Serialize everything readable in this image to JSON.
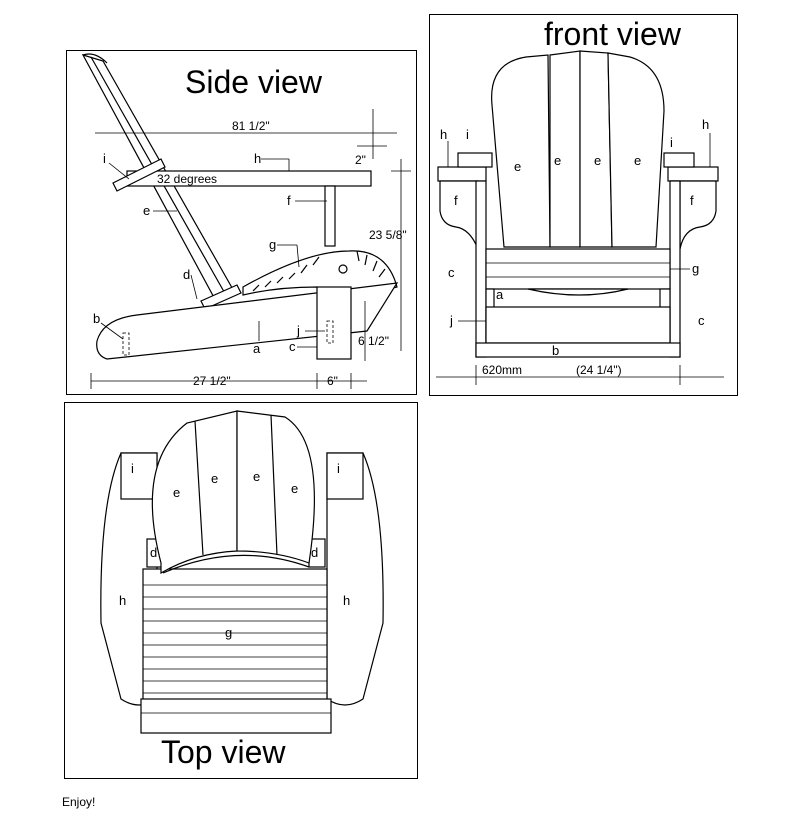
{
  "side": {
    "title": "Side view",
    "width_total": "81 1/2\"",
    "angle": "32 degrees",
    "small_dim": "2\"",
    "height": "23 5/8\"",
    "seat_height": "6 1/2\"",
    "bottom_long": "27 1/2\"",
    "bottom_short": "6\"",
    "labels": {
      "a": "a",
      "b": "b",
      "c": "c",
      "d": "d",
      "e": "e",
      "f": "f",
      "g": "g",
      "h": "h",
      "i": "i",
      "j": "j"
    }
  },
  "front": {
    "title": "front view",
    "width_mm": "620mm",
    "width_in": "(24 1/4\")",
    "labels": {
      "a": "a",
      "b": "b",
      "c": "c",
      "e": "e",
      "f": "f",
      "g": "g",
      "h": "h",
      "i": "i",
      "j": "j"
    }
  },
  "top": {
    "title": "Top view",
    "labels": {
      "d": "d",
      "e": "e",
      "g": "g",
      "h": "h",
      "i": "i"
    }
  },
  "footer": "Enjoy!"
}
